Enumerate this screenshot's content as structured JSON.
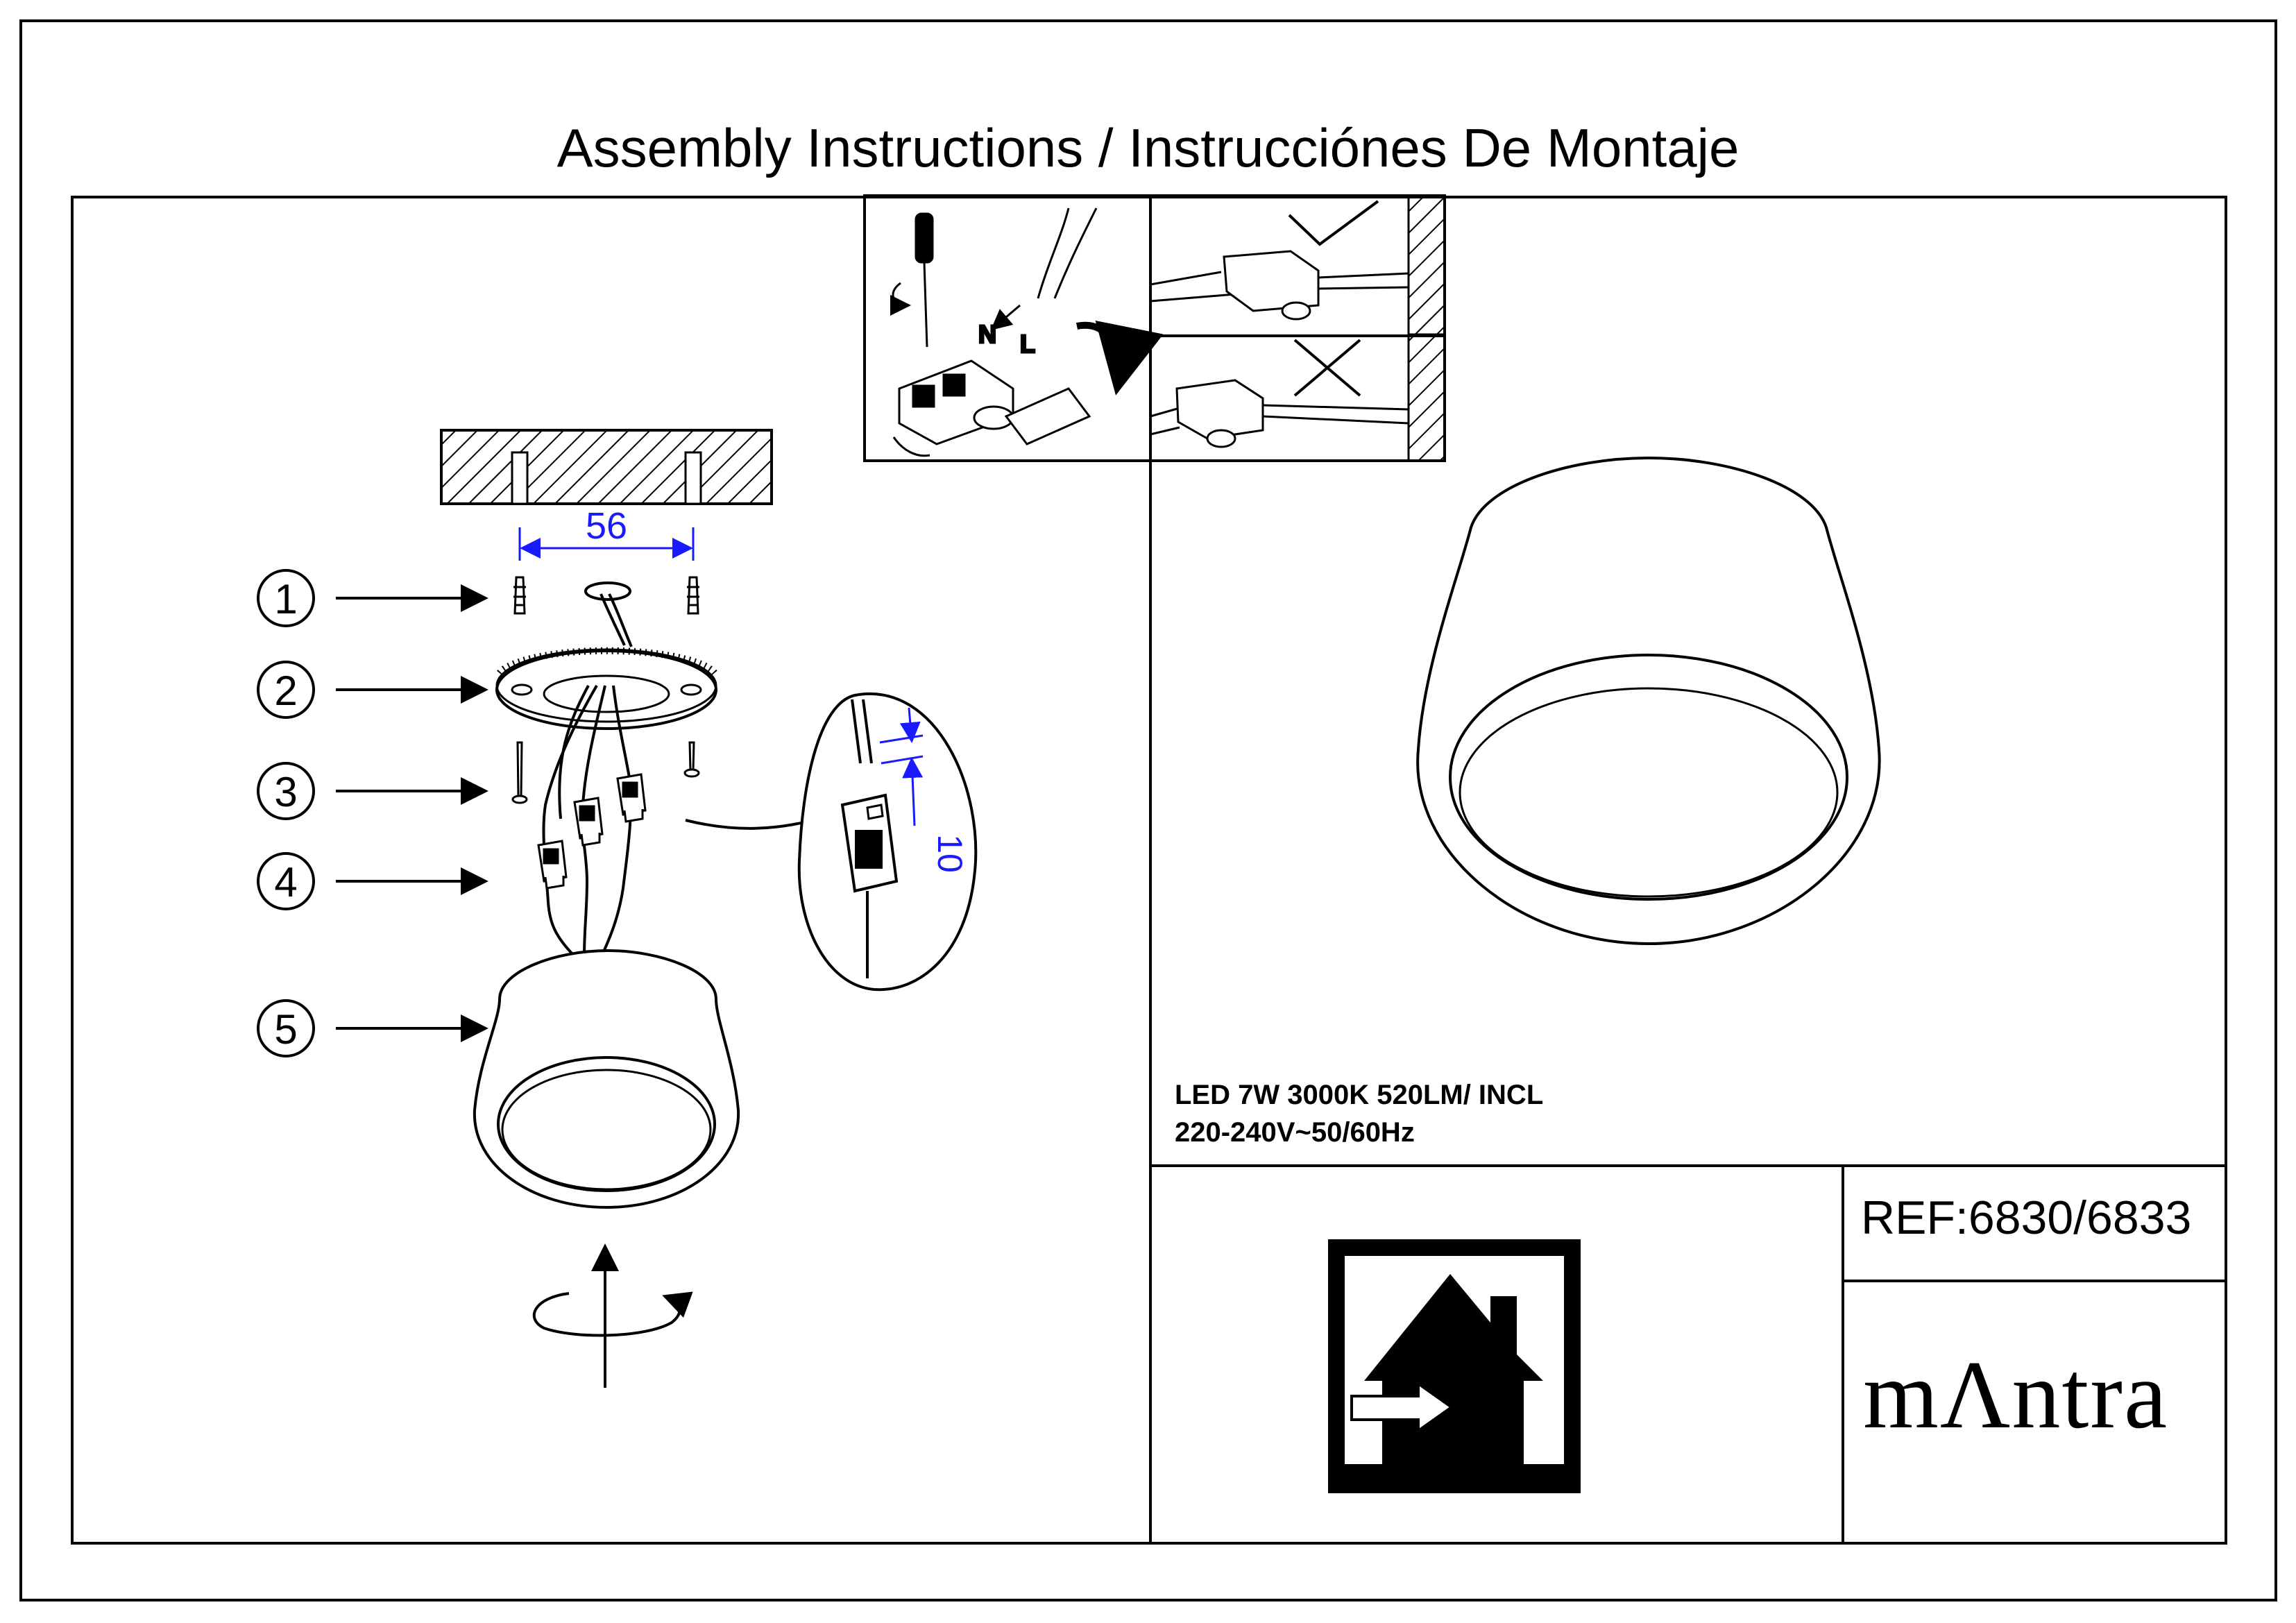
{
  "title": "Assembly Instructions / Instrucciónes De Montaje",
  "dimensions": {
    "spacing": "56",
    "strip_length": "10"
  },
  "steps": [
    {
      "number": "1",
      "part": "wall-plug-icon"
    },
    {
      "number": "2",
      "part": "mounting-ring-icon"
    },
    {
      "number": "3",
      "part": "screw-icon"
    },
    {
      "number": "4",
      "part": "wire-connector-icon"
    },
    {
      "number": "5",
      "part": "lamp-body-icon"
    }
  ],
  "wiring": {
    "neutral_label": "N",
    "live_label": "L"
  },
  "specs": {
    "line1": "LED 7W 3000K 520LM/ INCL",
    "line2": "220-240V~50/60Hz"
  },
  "reference": "REF:6830/6833",
  "brand": {
    "prefix": "m",
    "mark": "Λ",
    "suffix": "ntra"
  },
  "colors": {
    "dimension": "#1a1aff",
    "line": "#000000"
  }
}
